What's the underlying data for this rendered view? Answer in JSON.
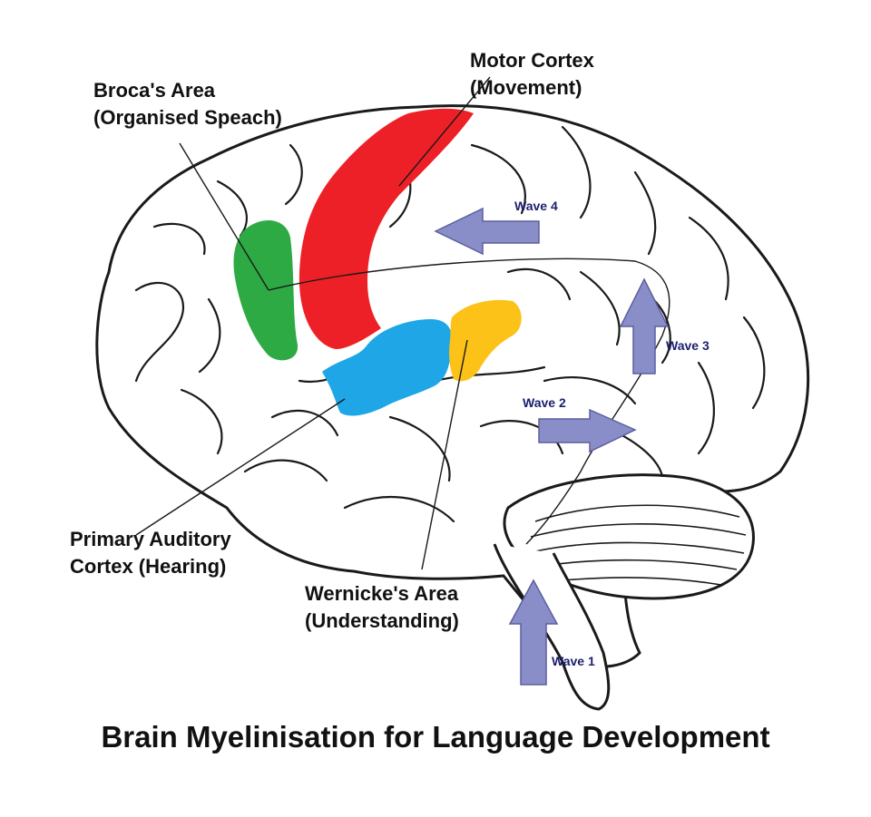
{
  "title": "Brain Myelinisation for Language Development",
  "labels": {
    "broca": {
      "line1": "Broca's Area",
      "line2": "(Organised Speach)"
    },
    "motor": {
      "line1": "Motor Cortex",
      "line2": "(Movement)"
    },
    "auditory": {
      "line1": "Primary Auditory",
      "line2": "Cortex (Hearing)"
    },
    "wernicke": {
      "line1": "Wernicke's Area",
      "line2": "(Understanding)"
    }
  },
  "waves": {
    "wave1": "Wave 1",
    "wave2": "Wave 2",
    "wave3": "Wave 3",
    "wave4": "Wave 4"
  },
  "colors": {
    "broca": "#2eaa44",
    "motor": "#ee2027",
    "auditory": "#1ea6e6",
    "wernicke": "#fcc217",
    "arrow_fill": "#8a8ec8",
    "arrow_stroke": "#5b5f9e",
    "wave_text": "#1c1f6e",
    "outline": "#1a1a1a"
  }
}
